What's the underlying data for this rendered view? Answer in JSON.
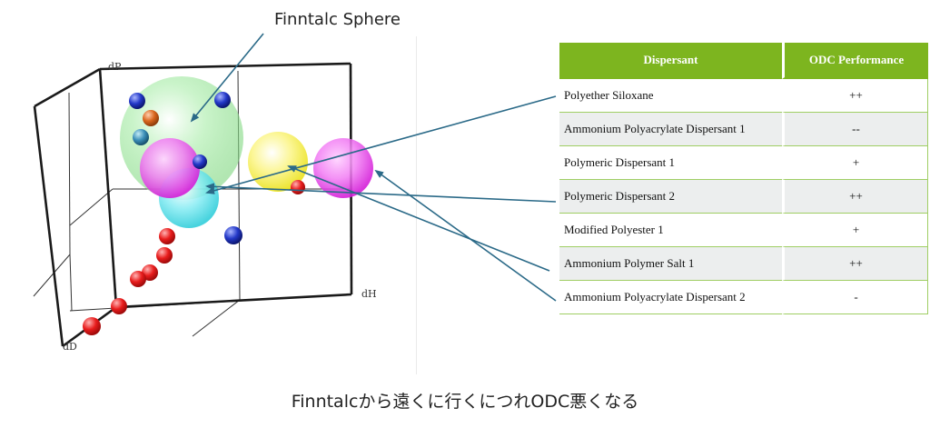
{
  "sphere_label": "Finntalc Sphere",
  "axes": {
    "dp": "dP",
    "dh": "dH",
    "dd": "dD"
  },
  "table": {
    "headers": [
      "Dispersant",
      "ODC Performance"
    ],
    "rows": [
      {
        "name": "Polyether Siloxane",
        "performance": "++"
      },
      {
        "name": "Ammonium Polyacrylate Dispersant 1",
        "performance": "--"
      },
      {
        "name": "Polymeric Dispersant 1",
        "performance": "+"
      },
      {
        "name": "Polymeric Dispersant 2",
        "performance": "++"
      },
      {
        "name": "Modified Polyester 1",
        "performance": "+"
      },
      {
        "name": "Ammonium Polymer Salt 1",
        "performance": "++"
      },
      {
        "name": "Ammonium Polyacrylate Dispersant 2",
        "performance": "-"
      }
    ]
  },
  "caption": "Finntalcから遠くに行くにつれODC悪くなる",
  "colors": {
    "header_green": "#7db51f",
    "arrow": "#2b6a88",
    "finntalc_sphere": "#9be39b",
    "cyan_sphere": "#39d8e4",
    "magenta_sphere": "#ee3cf0",
    "yellow_sphere": "#f6ef3c",
    "red_point": "#e01818",
    "blue_point": "#1a2fc0"
  }
}
